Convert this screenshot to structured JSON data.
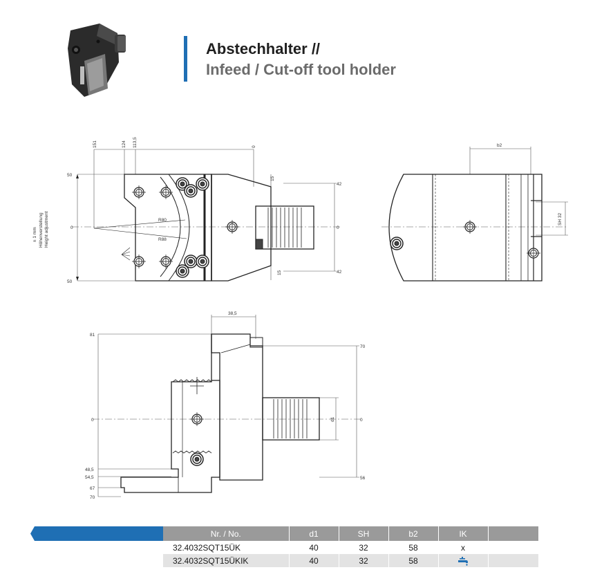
{
  "title": {
    "de": "Abstechhalter //",
    "en": "Infeed / Cut-off tool holder"
  },
  "drawing1": {
    "top_dims": [
      "151",
      "124",
      "113,5",
      "0"
    ],
    "left_dims": [
      "50",
      "0",
      "50"
    ],
    "right_dims": [
      "42",
      "0",
      "42"
    ],
    "small_dims": [
      "15",
      "15"
    ],
    "radius_labels": [
      "R80",
      "R88"
    ],
    "side_note": [
      "± 1 mm",
      "Höhenverstellung",
      "Height adjustment"
    ]
  },
  "drawing2": {
    "b2_label": "b2",
    "sh_label": "SH 32"
  },
  "drawing3": {
    "top_dim": "38,5",
    "left_dims": [
      "81",
      "0",
      "48,5",
      "54,5",
      "67",
      "70"
    ],
    "right_dims": [
      "70",
      "0",
      "56"
    ],
    "d1_label": "d1"
  },
  "table": {
    "headers": [
      "Nr. / No.",
      "d1",
      "SH",
      "b2",
      "IK"
    ],
    "rows": [
      {
        "nr": "32.4032SQT15ÜK",
        "d1": "40",
        "sh": "32",
        "b2": "58",
        "ik": "x"
      },
      {
        "nr": "32.4032SQT15ÜKIK",
        "d1": "40",
        "sh": "32",
        "b2": "58",
        "ik": ""
      }
    ],
    "ik_icon": "coolant-tap-icon",
    "accent_color": "#1f6fb4"
  }
}
